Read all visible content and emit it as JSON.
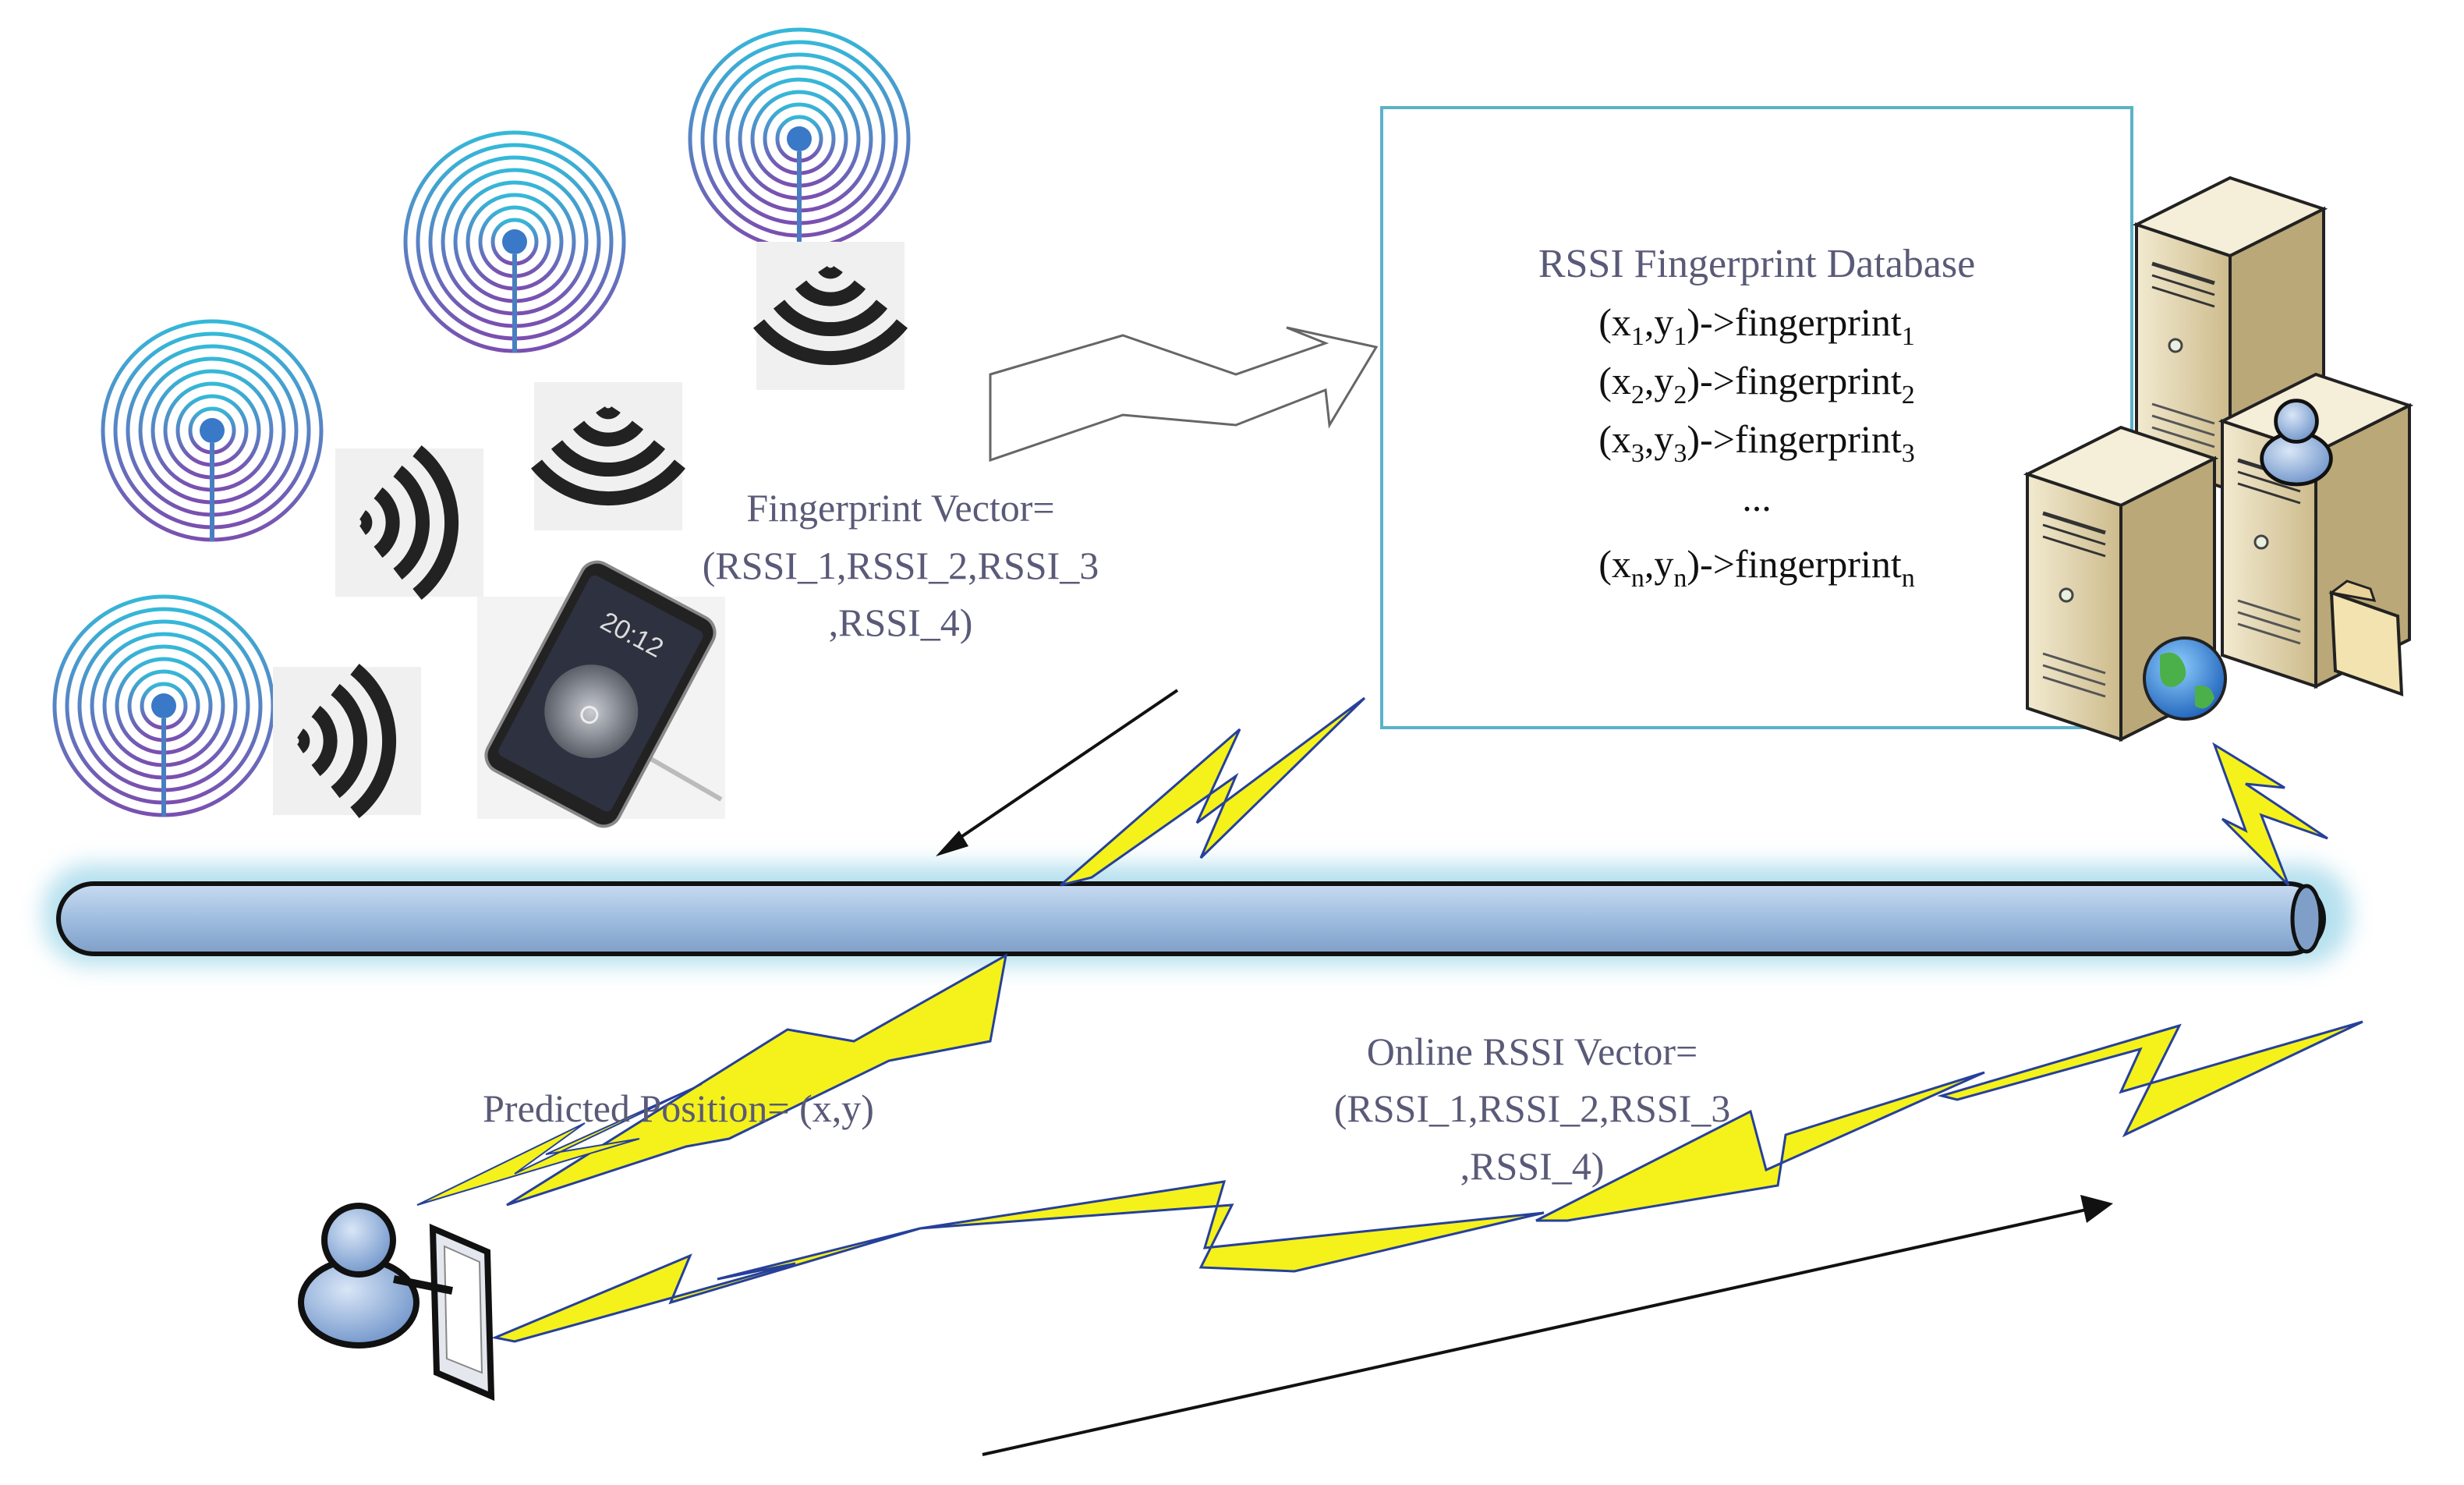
{
  "database": {
    "title": "RSSI Fingerprint Database",
    "entries": [
      {
        "x": "x",
        "y": "y",
        "sub": "1",
        "arrow": ")->fingerprint"
      },
      {
        "x": "x",
        "y": "y",
        "sub": "2",
        "arrow": ")->fingerprint"
      },
      {
        "x": "x",
        "y": "y",
        "sub": "3",
        "arrow": ")->fingerprint"
      },
      {
        "x": "x",
        "y": "y",
        "sub": "n",
        "arrow": ")->fingerprint"
      }
    ],
    "ellipsis": "..."
  },
  "fingerprint_vector": {
    "line1": "Fingerprint Vector=",
    "line2": "(RSSI_1,RSSI_2,RSSI_3",
    "line3": ",RSSI_4)"
  },
  "online_vector": {
    "line1": "Online RSSI Vector=",
    "line2": "(RSSI_1,RSSI_2,RSSI_3",
    "line3": ",RSSI_4)"
  },
  "predicted": "Predicted Position= (x,y)",
  "phone_clock": "20:12",
  "colors": {
    "bus_fill": "#9fbde0",
    "bus_glow": "#8fd0e6",
    "bolt": "#f4f21a",
    "label": "#5a5a78",
    "db_border": "#5ab3c8",
    "beacon_dot": "#3a78c8",
    "server_beige": "#e6d9b5"
  },
  "icons": [
    "access-point-icon",
    "wifi-signal-icon",
    "smartphone-icon",
    "server-cluster-icon",
    "user-icon",
    "globe-icon",
    "lightning-icon"
  ]
}
